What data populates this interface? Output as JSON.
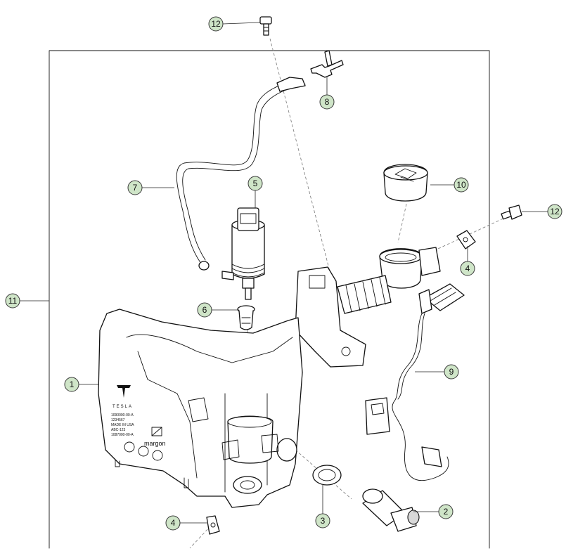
{
  "callouts": [
    {
      "label": "12"
    },
    {
      "label": "8"
    },
    {
      "label": "7"
    },
    {
      "label": "5"
    },
    {
      "label": "10"
    },
    {
      "label": "12"
    },
    {
      "label": "4"
    },
    {
      "label": "11"
    },
    {
      "label": "6"
    },
    {
      "label": "9"
    },
    {
      "label": "1"
    },
    {
      "label": "3"
    },
    {
      "label": "2"
    },
    {
      "label": "4"
    }
  ],
  "tank_markings": {
    "brand": "TESLA",
    "maker": "margon",
    "code_lines": [
      "1090000-00-A",
      "1234567",
      "MADE IN USA",
      "ABC-123",
      "1087000-00-A"
    ]
  }
}
